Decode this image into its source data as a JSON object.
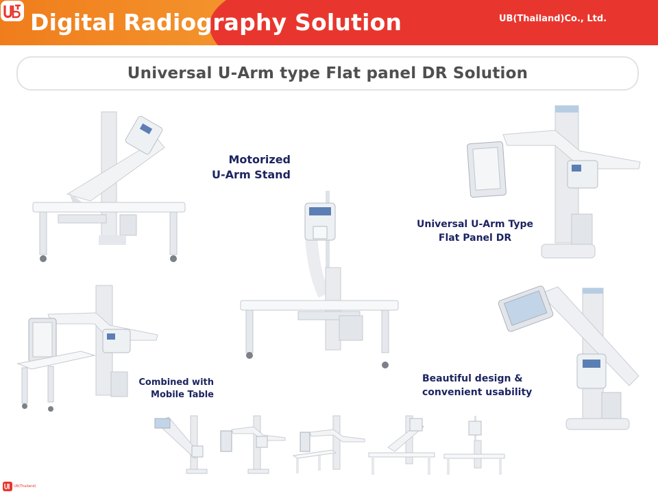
{
  "header": {
    "title": "Digital Radiography Solution",
    "company": "UB(Thailand)Co., Ltd.",
    "logo_icon": "ubt-logo-icon",
    "colors": {
      "orange": "#f07d1c",
      "red": "#e8362e",
      "text": "#ffffff"
    }
  },
  "banner": {
    "text": "Universal U-Arm type Flat panel DR Solution"
  },
  "captions": {
    "motorized": [
      "Motorized",
      "U-Arm Stand"
    ],
    "universal": [
      "Universal U-Arm Type",
      "Flat Panel DR"
    ],
    "combined": [
      "Combined with",
      "Mobile Table"
    ],
    "beautiful": [
      "Beautiful design &",
      "convenient usability"
    ]
  },
  "footer": {
    "logo_icon": "ubt-logo-icon",
    "text": "UB(Thailand)"
  },
  "colors": {
    "caption": "#1c2460",
    "banner_text": "#4f4f4f"
  }
}
